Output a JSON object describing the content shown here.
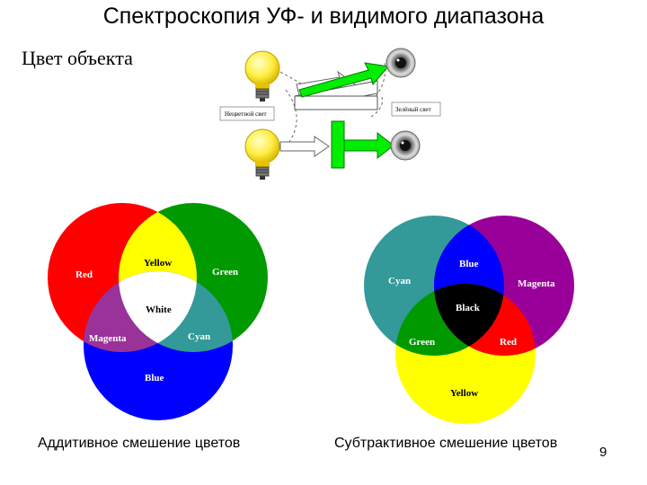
{
  "slide": {
    "title": "Спектроскопия УФ- и видимого диапазона",
    "subtitle": "Цвет объекта",
    "page_number": "9"
  },
  "diagram": {
    "white_light_label": "Нецветной свет",
    "green_light_label": "Зелёный свет"
  },
  "additive": {
    "caption": "Аддитивное смешение цветов",
    "labels": {
      "red": "Red",
      "green": "Green",
      "blue": "Blue",
      "yellow": "Yellow",
      "magenta": "Magenta",
      "cyan": "Cyan",
      "white": "White"
    }
  },
  "subtractive": {
    "caption": "Субтрактивное смешение цветов",
    "labels": {
      "cyan": "Cyan",
      "magenta": "Magenta",
      "yellow": "Yellow",
      "blue": "Blue",
      "green": "Green",
      "red": "Red",
      "black": "Black"
    }
  },
  "colors": {
    "red": "#ff0000",
    "green": "#009900",
    "blue": "#0000ff",
    "yellow": "#ffff00",
    "magenta": "#993399",
    "cyan": "#339999",
    "sub_cyan": "#339999",
    "sub_magenta": "#990099",
    "sub_yellow": "#ffff00",
    "sub_blue": "#0000ff",
    "sub_green": "#009900",
    "sub_red": "#ff0000",
    "bright_green": "#00ee00"
  }
}
